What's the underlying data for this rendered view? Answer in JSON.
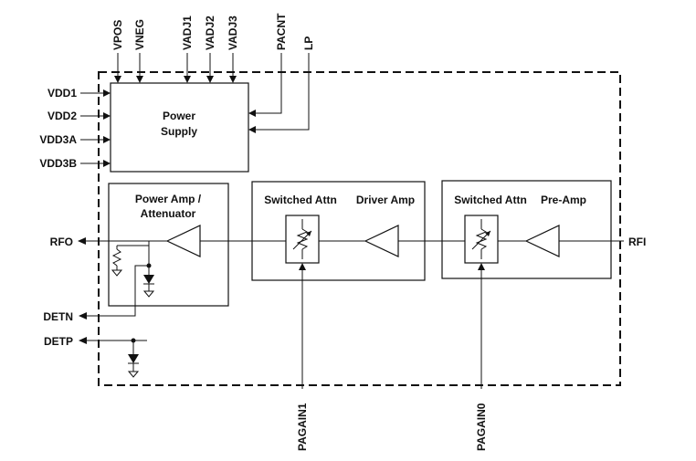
{
  "top_pins": {
    "vpos": "VPOS",
    "vneg": "VNEG",
    "vadj1": "VADJ1",
    "vadj2": "VADJ2",
    "vadj3": "VADJ3",
    "pacnt": "PACNT",
    "lp": "LP"
  },
  "left_pins": {
    "vdd1": "VDD1",
    "vdd2": "VDD2",
    "vdd3a": "VDD3A",
    "vdd3b": "VDD3B",
    "rfo": "RFO",
    "detn": "DETN",
    "detp": "DETP"
  },
  "right_pins": {
    "rfi": "RFI"
  },
  "bottom_pins": {
    "pagain1": "PAGAIN1",
    "pagain0": "PAGAIN0"
  },
  "blocks": {
    "power_supply_line1": "Power",
    "power_supply_line2": "Supply",
    "power_amp_line1": "Power Amp /",
    "power_amp_line2": "Attenuator",
    "switched_attn_1": "Switched Attn",
    "driver_amp": "Driver Amp",
    "switched_attn_2": "Switched Attn",
    "pre_amp": "Pre-Amp"
  }
}
